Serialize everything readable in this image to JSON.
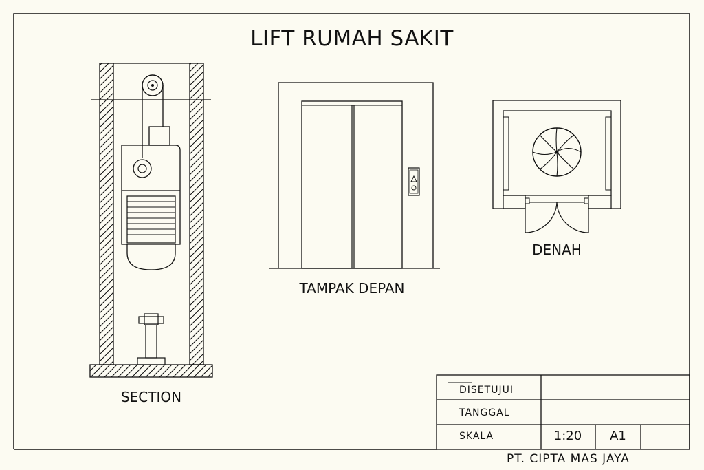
{
  "drawing": {
    "title": "LIFT RUMAH SAKIT",
    "views": {
      "section": "SECTION",
      "front": "TAMPAK DEPAN",
      "plan": "DENAH"
    }
  },
  "title_block": {
    "approved_label": "DISETUJUI",
    "date_label": "TANGGAL",
    "scale_label": "SKALA",
    "scale_value": "1:20",
    "sheet_size": "A1",
    "company": "PT. CIPTA MAS JAYA"
  },
  "colors": {
    "line": "#111111",
    "paper": "#fcfbf2"
  }
}
